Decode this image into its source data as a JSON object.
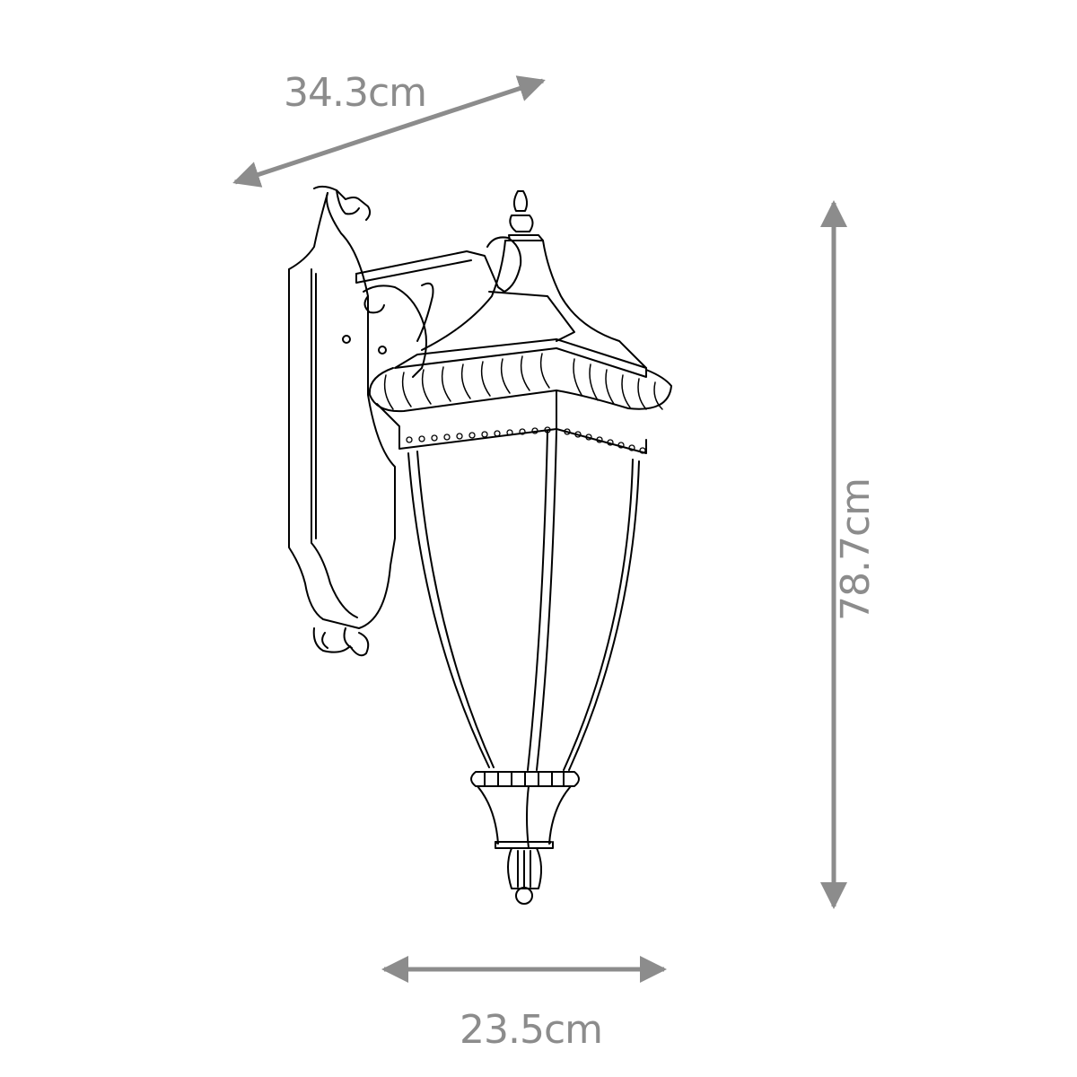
{
  "diagram": {
    "subject": "Outdoor wall lantern (downlight) line drawing",
    "line_color": "#000000",
    "dimension_color": "#8c8c8c",
    "background": "#ffffff"
  },
  "dimensions": {
    "depth": {
      "label": "34.3cm",
      "orientation": "diagonal"
    },
    "height": {
      "label": "78.7cm",
      "orientation": "vertical"
    },
    "width": {
      "label": "23.5cm",
      "orientation": "horizontal"
    }
  }
}
